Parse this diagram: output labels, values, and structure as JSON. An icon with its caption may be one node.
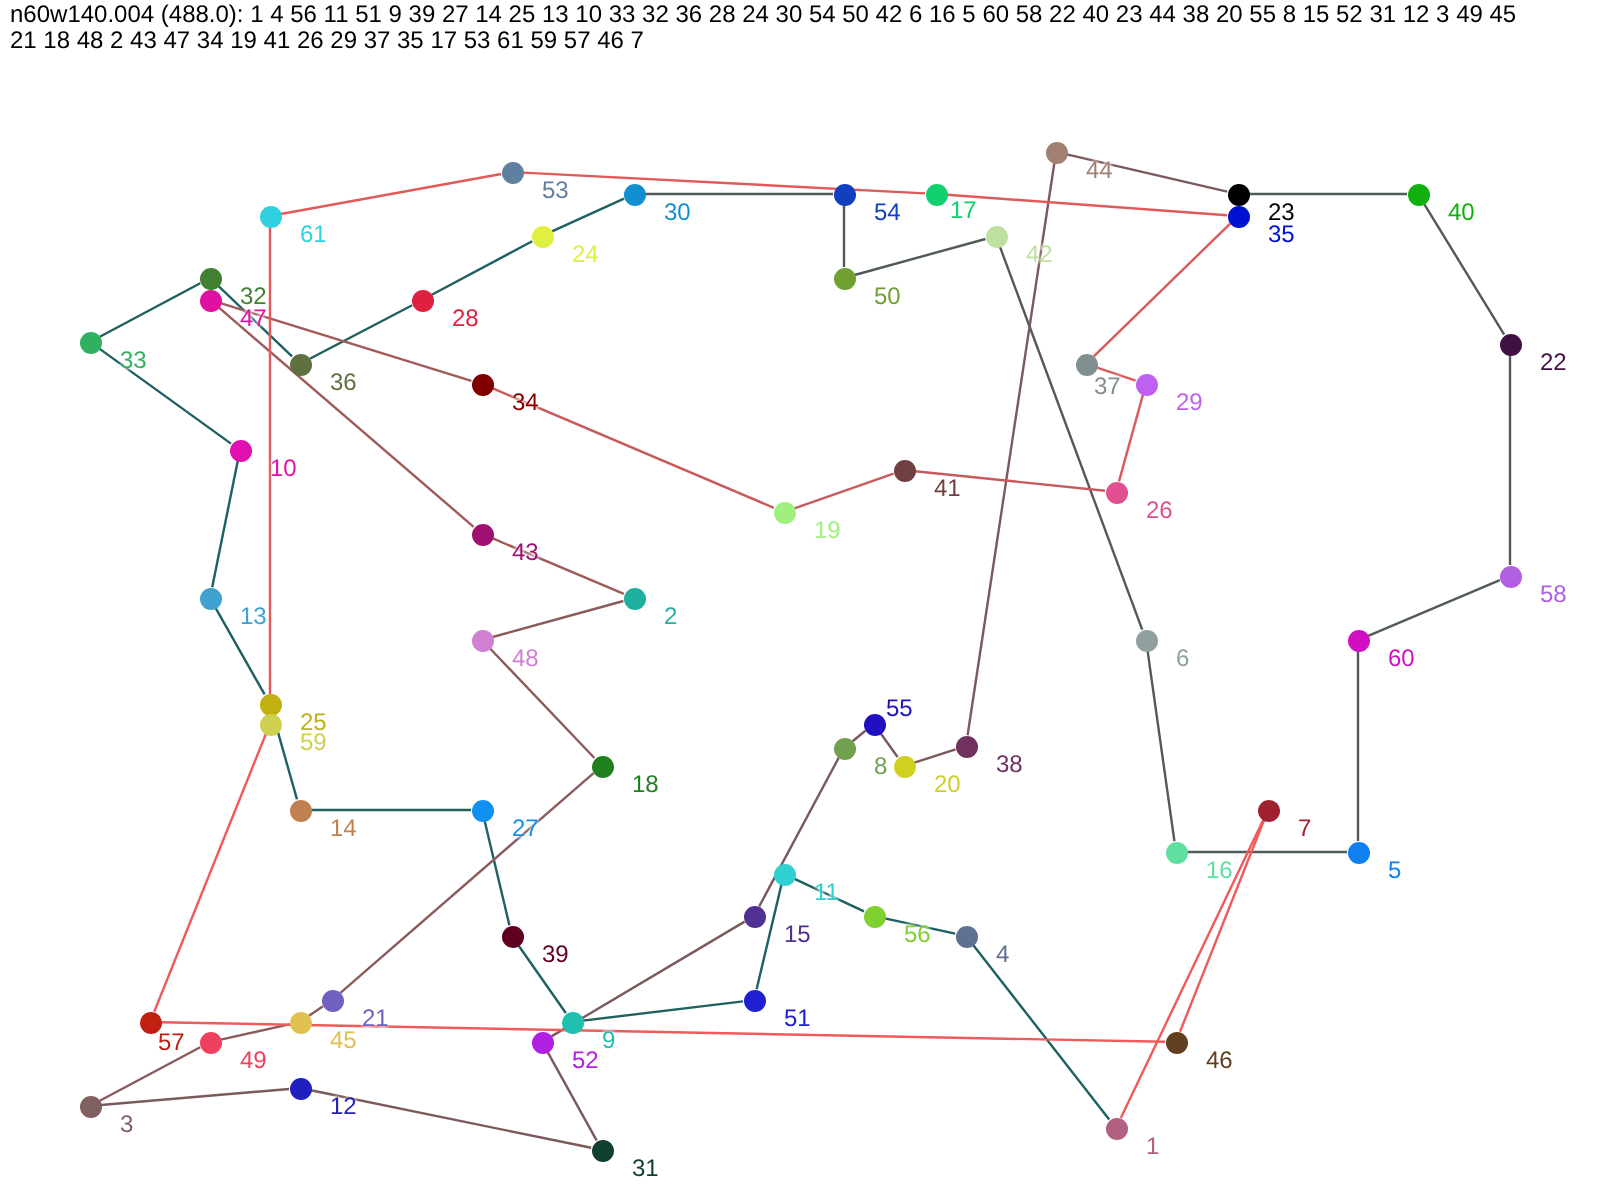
{
  "diagram": {
    "title": "n60w140.004 (488.0): 1 4 56 11 51 9 39 27 14 25 13 10 33 32 36 28 24 30 54 50 42 6 16 5 60 58 22 40 23 44 38 20 55 8 15 52 31 12 3 49 45 21 18 48 2 43 47 34 19 41 26 29 37 35 17 53 61 59 57 46 7",
    "nodes": [
      {
        "text": [],
        "shape": "circle",
        "beside": [
          "1"
        ]
      },
      {
        "text": [],
        "shape": "circle",
        "beside": [
          "2"
        ]
      },
      {
        "text": [],
        "shape": "circle",
        "beside": [
          "3"
        ]
      },
      {
        "text": [],
        "shape": "circle",
        "beside": [
          "4"
        ]
      },
      {
        "text": [],
        "shape": "circle",
        "beside": [
          "5"
        ]
      },
      {
        "text": [],
        "shape": "circle",
        "beside": [
          "6"
        ]
      },
      {
        "text": [],
        "shape": "circle",
        "beside": [
          "7"
        ]
      },
      {
        "text": [],
        "shape": "circle",
        "beside": [
          "8"
        ]
      },
      {
        "text": [],
        "shape": "circle",
        "beside": [
          "9"
        ]
      },
      {
        "text": [],
        "shape": "circle",
        "beside": [
          "10"
        ]
      },
      {
        "text": [],
        "shape": "circle",
        "beside": [
          "11"
        ]
      },
      {
        "text": [],
        "shape": "circle",
        "beside": [
          "12"
        ]
      },
      {
        "text": [],
        "shape": "circle",
        "beside": [
          "13"
        ]
      },
      {
        "text": [],
        "shape": "circle",
        "beside": [
          "14"
        ]
      },
      {
        "text": [],
        "shape": "circle",
        "beside": [
          "15"
        ]
      },
      {
        "text": [],
        "shape": "circle",
        "beside": [
          "16"
        ]
      },
      {
        "text": [],
        "shape": "circle",
        "beside": [
          "17"
        ]
      },
      {
        "text": [],
        "shape": "circle",
        "beside": [
          "18"
        ]
      },
      {
        "text": [],
        "shape": "circle",
        "beside": [
          "19"
        ]
      },
      {
        "text": [],
        "shape": "circle",
        "beside": [
          "20"
        ]
      },
      {
        "text": [],
        "shape": "circle",
        "beside": [
          "21"
        ]
      },
      {
        "text": [],
        "shape": "circle",
        "beside": [
          "22"
        ]
      },
      {
        "text": [],
        "shape": "circle",
        "beside": [
          "23"
        ]
      },
      {
        "text": [],
        "shape": "circle",
        "beside": [
          "24"
        ]
      },
      {
        "text": [],
        "shape": "circle",
        "beside": [
          "25"
        ]
      },
      {
        "text": [],
        "shape": "circle",
        "beside": [
          "26"
        ]
      },
      {
        "text": [],
        "shape": "circle",
        "beside": [
          "27"
        ]
      },
      {
        "text": [],
        "shape": "circle",
        "beside": [
          "28"
        ]
      },
      {
        "text": [],
        "shape": "circle",
        "beside": [
          "29"
        ]
      },
      {
        "text": [],
        "shape": "circle",
        "beside": [
          "30"
        ]
      },
      {
        "text": [],
        "shape": "circle",
        "beside": [
          "31"
        ]
      },
      {
        "text": [],
        "shape": "circle",
        "beside": [
          "32"
        ]
      },
      {
        "text": [],
        "shape": "circle",
        "beside": [
          "33"
        ]
      },
      {
        "text": [],
        "shape": "circle",
        "beside": [
          "34"
        ]
      },
      {
        "text": [],
        "shape": "circle",
        "beside": [
          "35"
        ]
      },
      {
        "text": [],
        "shape": "circle",
        "beside": [
          "36"
        ]
      },
      {
        "text": [],
        "shape": "circle",
        "beside": [
          "37"
        ]
      },
      {
        "text": [],
        "shape": "circle",
        "beside": [
          "38"
        ]
      },
      {
        "text": [],
        "shape": "circle",
        "beside": [
          "39"
        ]
      },
      {
        "text": [],
        "shape": "circle",
        "beside": [
          "40"
        ]
      },
      {
        "text": [],
        "shape": "circle",
        "beside": [
          "41"
        ]
      },
      {
        "text": [],
        "shape": "circle",
        "beside": [
          "42"
        ]
      },
      {
        "text": [],
        "shape": "circle",
        "beside": [
          "43"
        ]
      },
      {
        "text": [],
        "shape": "circle",
        "beside": [
          "44"
        ]
      },
      {
        "text": [],
        "shape": "circle",
        "beside": [
          "45"
        ]
      },
      {
        "text": [],
        "shape": "circle",
        "beside": [
          "46"
        ]
      },
      {
        "text": [],
        "shape": "circle",
        "beside": [
          "47"
        ]
      },
      {
        "text": [],
        "shape": "circle",
        "beside": [
          "48"
        ]
      },
      {
        "text": [],
        "shape": "circle",
        "beside": [
          "49"
        ]
      },
      {
        "text": [],
        "shape": "circle",
        "beside": [
          "50"
        ]
      },
      {
        "text": [],
        "shape": "circle",
        "beside": [
          "51"
        ]
      },
      {
        "text": [],
        "shape": "circle",
        "beside": [
          "52"
        ]
      },
      {
        "text": [],
        "shape": "circle",
        "beside": [
          "53"
        ]
      },
      {
        "text": [],
        "shape": "circle",
        "beside": [
          "54"
        ]
      },
      {
        "text": [],
        "shape": "circle",
        "beside": [
          "55"
        ]
      },
      {
        "text": [],
        "shape": "circle",
        "beside": [
          "56"
        ]
      },
      {
        "text": [],
        "shape": "circle",
        "beside": [
          "57"
        ]
      },
      {
        "text": [],
        "shape": "circle",
        "beside": [
          "58"
        ]
      },
      {
        "text": [],
        "shape": "circle",
        "beside": [
          "59"
        ]
      },
      {
        "text": [],
        "shape": "circle",
        "beside": [
          "60"
        ]
      },
      {
        "text": [],
        "shape": "circle",
        "beside": [
          "61"
        ]
      }
    ],
    "edges": [
      {
        "from": 0,
        "to": 3,
        "arrow": "none",
        "color": "#1f6060"
      },
      {
        "from": 3,
        "to": 55,
        "arrow": "none",
        "color": "#1f6060"
      },
      {
        "from": 55,
        "to": 10,
        "arrow": "none",
        "color": "#1f6060"
      },
      {
        "from": 10,
        "to": 50,
        "arrow": "none",
        "color": "#1f6060"
      },
      {
        "from": 50,
        "to": 8,
        "arrow": "none",
        "color": "#1f6060"
      },
      {
        "from": 8,
        "to": 38,
        "arrow": "none",
        "color": "#1f6060"
      },
      {
        "from": 38,
        "to": 26,
        "arrow": "none",
        "color": "#1f6060"
      },
      {
        "from": 26,
        "to": 13,
        "arrow": "none",
        "color": "#1f6060"
      },
      {
        "from": 13,
        "to": 24,
        "arrow": "none",
        "color": "#1f6060"
      },
      {
        "from": 24,
        "to": 12,
        "arrow": "none",
        "color": "#1f6060"
      },
      {
        "from": 12,
        "to": 9,
        "arrow": "none",
        "color": "#1f6060"
      },
      {
        "from": 9,
        "to": 32,
        "arrow": "none",
        "color": "#1f6060"
      },
      {
        "from": 32,
        "to": 31,
        "arrow": "none",
        "color": "#1f6060"
      },
      {
        "from": 31,
        "to": 35,
        "arrow": "none",
        "color": "#1f6060"
      },
      {
        "from": 35,
        "to": 27,
        "arrow": "none",
        "color": "#1f6060"
      },
      {
        "from": 27,
        "to": 23,
        "arrow": "none",
        "color": "#1f6060"
      },
      {
        "from": 23,
        "to": 29,
        "arrow": "none",
        "color": "#1f6060"
      },
      {
        "from": 29,
        "to": 53,
        "arrow": "none",
        "color": "#505a5a"
      },
      {
        "from": 53,
        "to": 49,
        "arrow": "none",
        "color": "#505a5a"
      },
      {
        "from": 49,
        "to": 41,
        "arrow": "none",
        "color": "#505a5a"
      },
      {
        "from": 41,
        "to": 5,
        "arrow": "none",
        "color": "#505a5a"
      },
      {
        "from": 5,
        "to": 15,
        "arrow": "none",
        "color": "#505a5a"
      },
      {
        "from": 15,
        "to": 4,
        "arrow": "none",
        "color": "#505a5a"
      },
      {
        "from": 4,
        "to": 59,
        "arrow": "none",
        "color": "#505a5a"
      },
      {
        "from": 59,
        "to": 57,
        "arrow": "none",
        "color": "#505a5a"
      },
      {
        "from": 57,
        "to": 21,
        "arrow": "none",
        "color": "#505a5a"
      },
      {
        "from": 21,
        "to": 39,
        "arrow": "none",
        "color": "#505a5a"
      },
      {
        "from": 39,
        "to": 22,
        "arrow": "none",
        "color": "#505a5a"
      },
      {
        "from": 22,
        "to": 43,
        "arrow": "none",
        "color": "#7a5a5a"
      },
      {
        "from": 43,
        "to": 37,
        "arrow": "none",
        "color": "#7a5a5a"
      },
      {
        "from": 37,
        "to": 19,
        "arrow": "none",
        "color": "#7a5a5a"
      },
      {
        "from": 19,
        "to": 54,
        "arrow": "none",
        "color": "#7a5a5a"
      },
      {
        "from": 54,
        "to": 7,
        "arrow": "none",
        "color": "#7a5a5a"
      },
      {
        "from": 7,
        "to": 14,
        "arrow": "none",
        "color": "#7a5a5a"
      },
      {
        "from": 14,
        "to": 51,
        "arrow": "none",
        "color": "#7a5a5a"
      },
      {
        "from": 51,
        "to": 30,
        "arrow": "none",
        "color": "#7a5a5a"
      },
      {
        "from": 30,
        "to": 11,
        "arrow": "none",
        "color": "#7a5a5a"
      },
      {
        "from": 11,
        "to": 2,
        "arrow": "none",
        "color": "#7a5a5a"
      },
      {
        "from": 2,
        "to": 48,
        "arrow": "none",
        "color": "#8b5a5a"
      },
      {
        "from": 48,
        "to": 44,
        "arrow": "none",
        "color": "#8b5a5a"
      },
      {
        "from": 44,
        "to": 20,
        "arrow": "none",
        "color": "#8b5a5a"
      },
      {
        "from": 20,
        "to": 17,
        "arrow": "none",
        "color": "#8b5a5a"
      },
      {
        "from": 17,
        "to": 47,
        "arrow": "none",
        "color": "#8b5a5a"
      },
      {
        "from": 47,
        "to": 1,
        "arrow": "none",
        "color": "#8b5a5a"
      },
      {
        "from": 1,
        "to": 42,
        "arrow": "none",
        "color": "#a05a5a"
      },
      {
        "from": 42,
        "to": 46,
        "arrow": "none",
        "color": "#a05a5a"
      },
      {
        "from": 46,
        "to": 33,
        "arrow": "none",
        "color": "#a05a5a"
      },
      {
        "from": 33,
        "to": 18,
        "arrow": "none",
        "color": "#c85a5a"
      },
      {
        "from": 18,
        "to": 40,
        "arrow": "none",
        "color": "#c85a5a"
      },
      {
        "from": 40,
        "to": 25,
        "arrow": "none",
        "color": "#c85a5a"
      },
      {
        "from": 25,
        "to": 28,
        "arrow": "none",
        "color": "#d85a5a"
      },
      {
        "from": 28,
        "to": 36,
        "arrow": "none",
        "color": "#d85a5a"
      },
      {
        "from": 36,
        "to": 34,
        "arrow": "none",
        "color": "#d85a5a"
      },
      {
        "from": 34,
        "to": 16,
        "arrow": "none",
        "color": "#e05a5a"
      },
      {
        "from": 16,
        "to": 52,
        "arrow": "none",
        "color": "#e05a5a"
      },
      {
        "from": 52,
        "to": 60,
        "arrow": "none",
        "color": "#e05a5a"
      },
      {
        "from": 60,
        "to": 58,
        "arrow": "none",
        "color": "#e05a5a"
      },
      {
        "from": 58,
        "to": 56,
        "arrow": "none",
        "color": "#f05a5a"
      },
      {
        "from": 56,
        "to": 45,
        "arrow": "none",
        "color": "#f05a5a"
      },
      {
        "from": 45,
        "to": 6,
        "arrow": "none",
        "color": "#f05a5a"
      },
      {
        "from": 6,
        "to": 0,
        "arrow": "none",
        "color": "#f05a5a"
      }
    ]
  }
}
